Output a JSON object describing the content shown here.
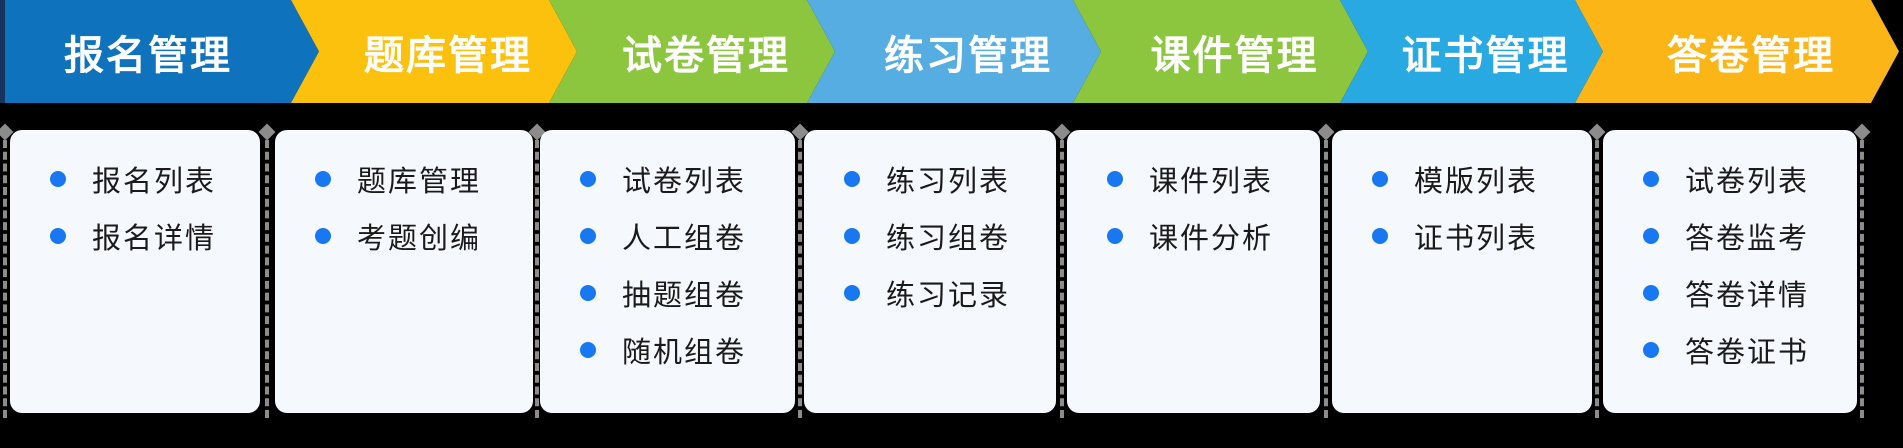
{
  "columns": [
    {
      "header": "报名管理",
      "arrow_color": "#0E72BD",
      "items": [
        "报名列表",
        "报名详情"
      ]
    },
    {
      "header": "题库管理",
      "arrow_color": "#FCC10D",
      "items": [
        "题库管理",
        "考题创编"
      ]
    },
    {
      "header": "试卷管理",
      "arrow_color": "#8CC63F",
      "items": [
        "试卷列表",
        "人工组卷",
        "抽题组卷",
        "随机组卷"
      ]
    },
    {
      "header": "练习管理",
      "arrow_color": "#55ADE2",
      "items": [
        "练习列表",
        "练习组卷",
        "练习记录"
      ]
    },
    {
      "header": "课件管理",
      "arrow_color": "#8CC63F",
      "items": [
        "课件列表",
        "课件分析"
      ]
    },
    {
      "header": "证书管理",
      "arrow_color": "#29A9E1",
      "items": [
        "模版列表",
        "证书列表"
      ]
    },
    {
      "header": "答卷管理",
      "arrow_color": "#FBB517",
      "items": [
        "试卷列表",
        "答卷监考",
        "答卷详情",
        "答卷证书"
      ]
    }
  ],
  "style": {
    "first_arrow_edge_color": "#17345F",
    "bullet_color": "#1778F2",
    "card_background": "#F5F8FC",
    "divider_color": "#8C8C8C",
    "page_background": "#000000"
  }
}
